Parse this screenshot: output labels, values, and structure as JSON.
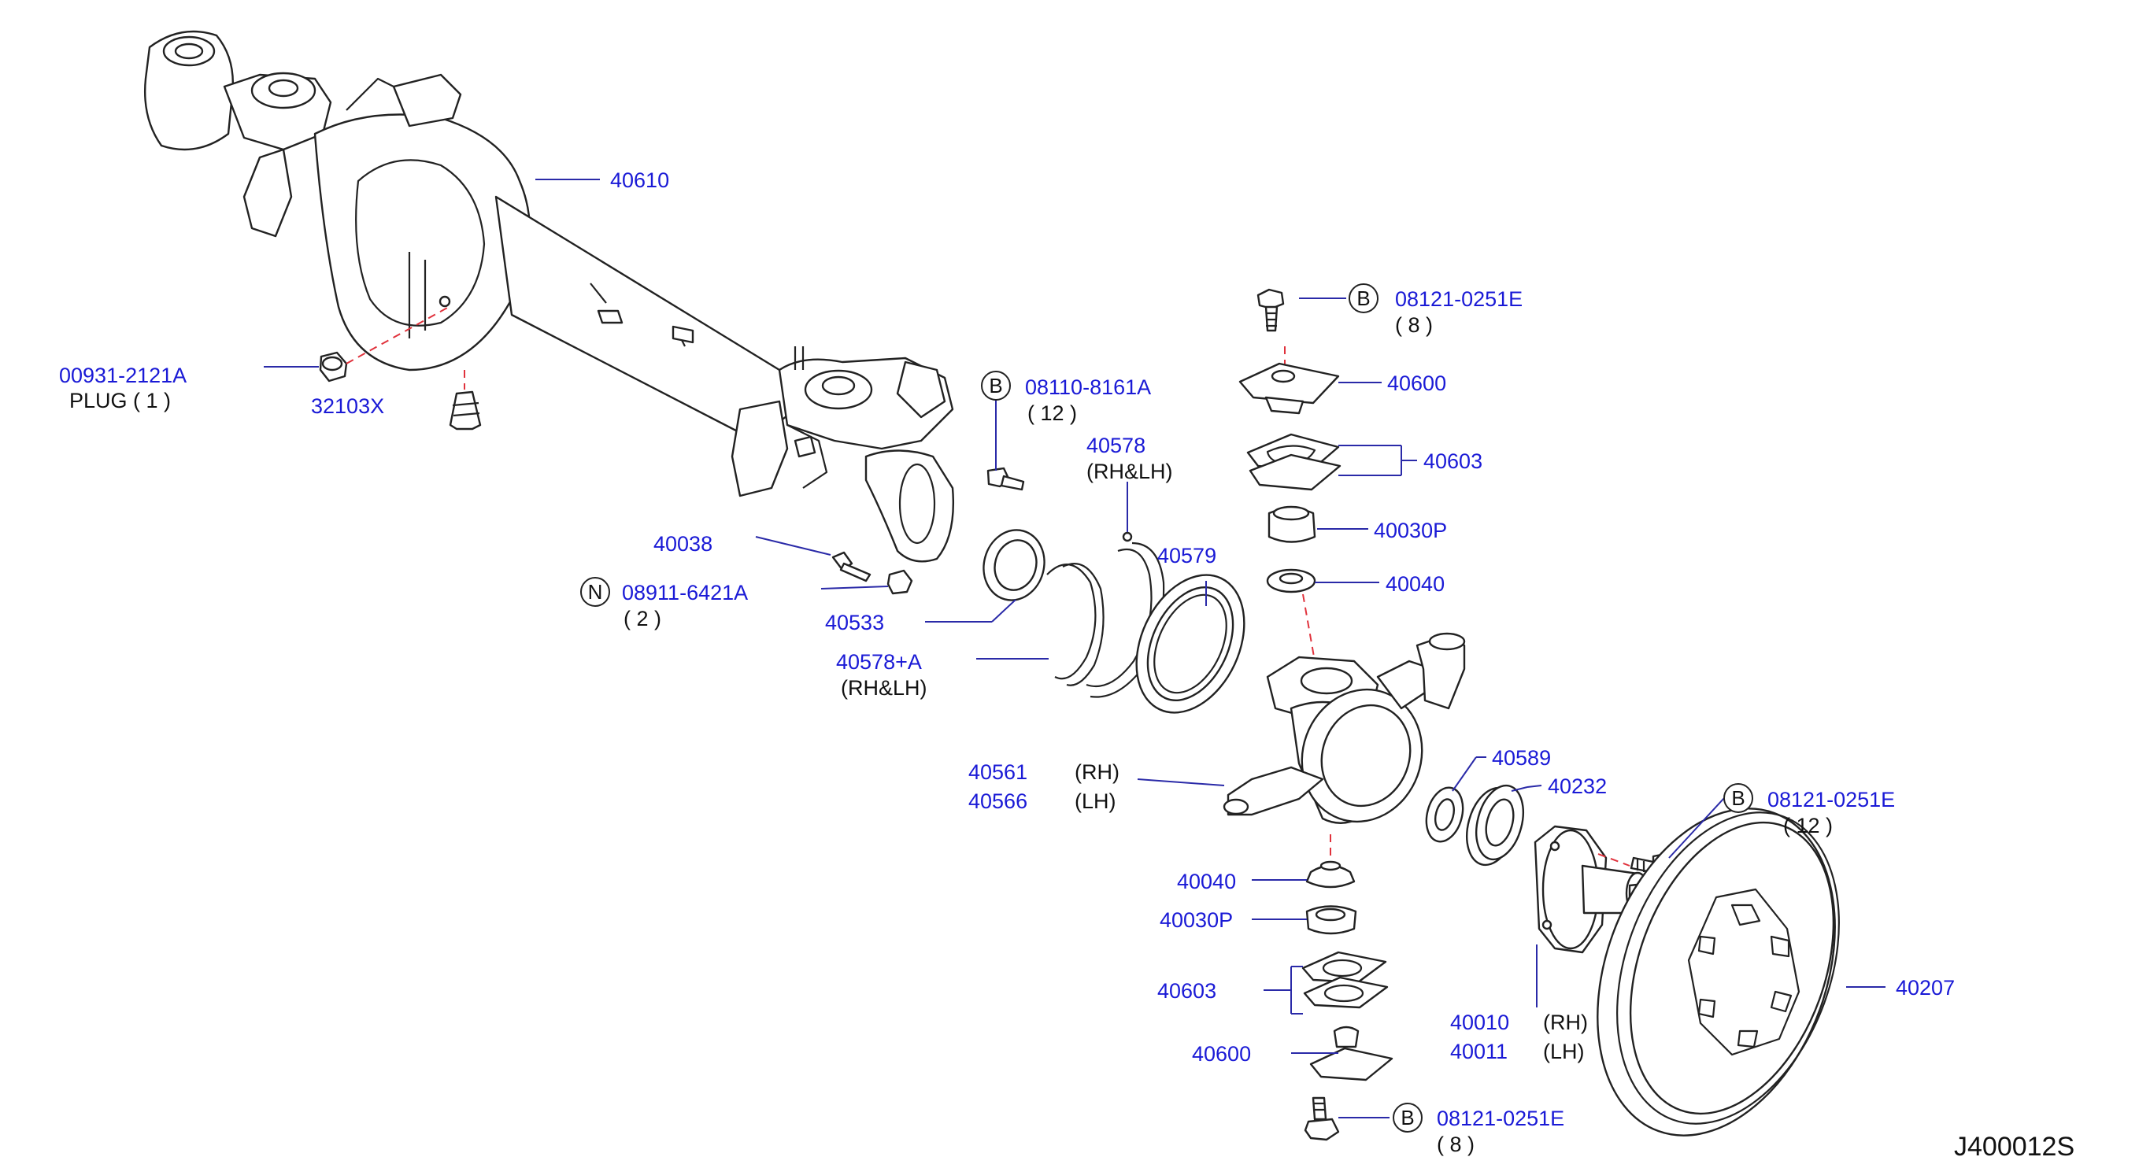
{
  "diagram_ref": "J400012S",
  "parts": {
    "p40610": "40610",
    "p00931": "00931-2121A",
    "plug": "PLUG ( 1 )",
    "p32103": "32103X",
    "p40038": "40038",
    "n08911": "08911-6421A",
    "n08911_qty": "( 2 )",
    "p40533": "40533",
    "b08110": "08110-8161A",
    "b08110_qty": "( 12 )",
    "p40578": "40578",
    "p40578_side": "(RH&LH)",
    "p40578a": "40578+A",
    "p40578a_side": "(RH&LH)",
    "p40579": "40579",
    "b08121_top": "08121-0251E",
    "b08121_top_qty": "( 8 )",
    "p40600_top": "40600",
    "p40603_top": "40603",
    "p40030p_top": "40030P",
    "p40040_top": "40040",
    "p40561": "40561",
    "p40561_side": "(RH)",
    "p40566": "40566",
    "p40566_side": "(LH)",
    "p40589": "40589",
    "p40232": "40232",
    "b08121_hub": "08121-0251E",
    "b08121_hub_qty": "( 12 )",
    "p40040_bot": "40040",
    "p40030p_bot": "40030P",
    "p40603_bot": "40603",
    "p40600_bot": "40600",
    "b08121_bot": "08121-0251E",
    "b08121_bot_qty": "( 8 )",
    "p40010": "40010",
    "p40010_side": "(RH)",
    "p40011": "40011",
    "p40011_side": "(LH)",
    "p40207": "40207"
  },
  "markers": {
    "bolt": "B",
    "nut": "N"
  }
}
